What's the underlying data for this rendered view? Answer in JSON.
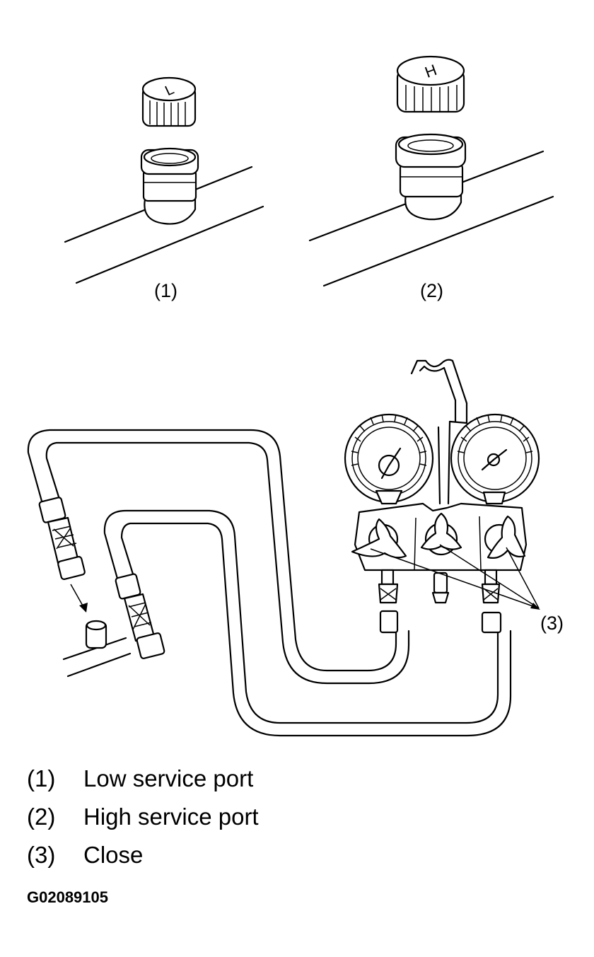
{
  "figure": {
    "callouts": {
      "low_port": "(1)",
      "high_port": "(2)",
      "valves": "(3)"
    },
    "cap_letters": {
      "low": "L",
      "high": "H"
    }
  },
  "legend": [
    {
      "num": "(1)",
      "text": "Low service port"
    },
    {
      "num": "(2)",
      "text": "High service port"
    },
    {
      "num": "(3)",
      "text": "Close"
    }
  ],
  "figure_code": "G02089105"
}
